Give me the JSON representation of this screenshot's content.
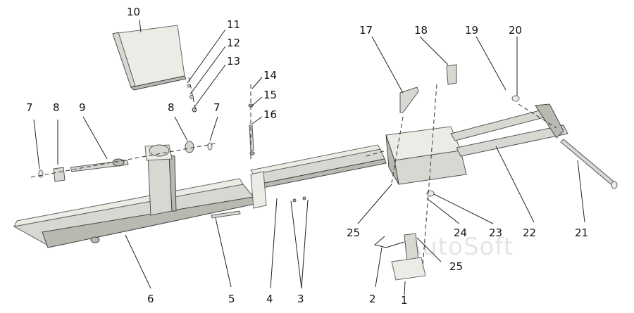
{
  "callouts": {
    "c1": "1",
    "c2": "2",
    "c3": "3",
    "c4": "4",
    "c5": "5",
    "c6": "6",
    "c7a": "7",
    "c7b": "7",
    "c8a": "8",
    "c8b": "8",
    "c9": "9",
    "c10": "10",
    "c11": "11",
    "c12": "12",
    "c13": "13",
    "c14": "14",
    "c15": "15",
    "c16": "16",
    "c17": "17",
    "c18": "18",
    "c19": "19",
    "c20": "20",
    "c21": "21",
    "c22": "22",
    "c23": "23",
    "c24": "24",
    "c25a": "25",
    "c25b": "25"
  },
  "watermark": "AutoSoft",
  "colors": {
    "part": "#d8d8d3",
    "outline": "#555555",
    "text": "#111111"
  }
}
